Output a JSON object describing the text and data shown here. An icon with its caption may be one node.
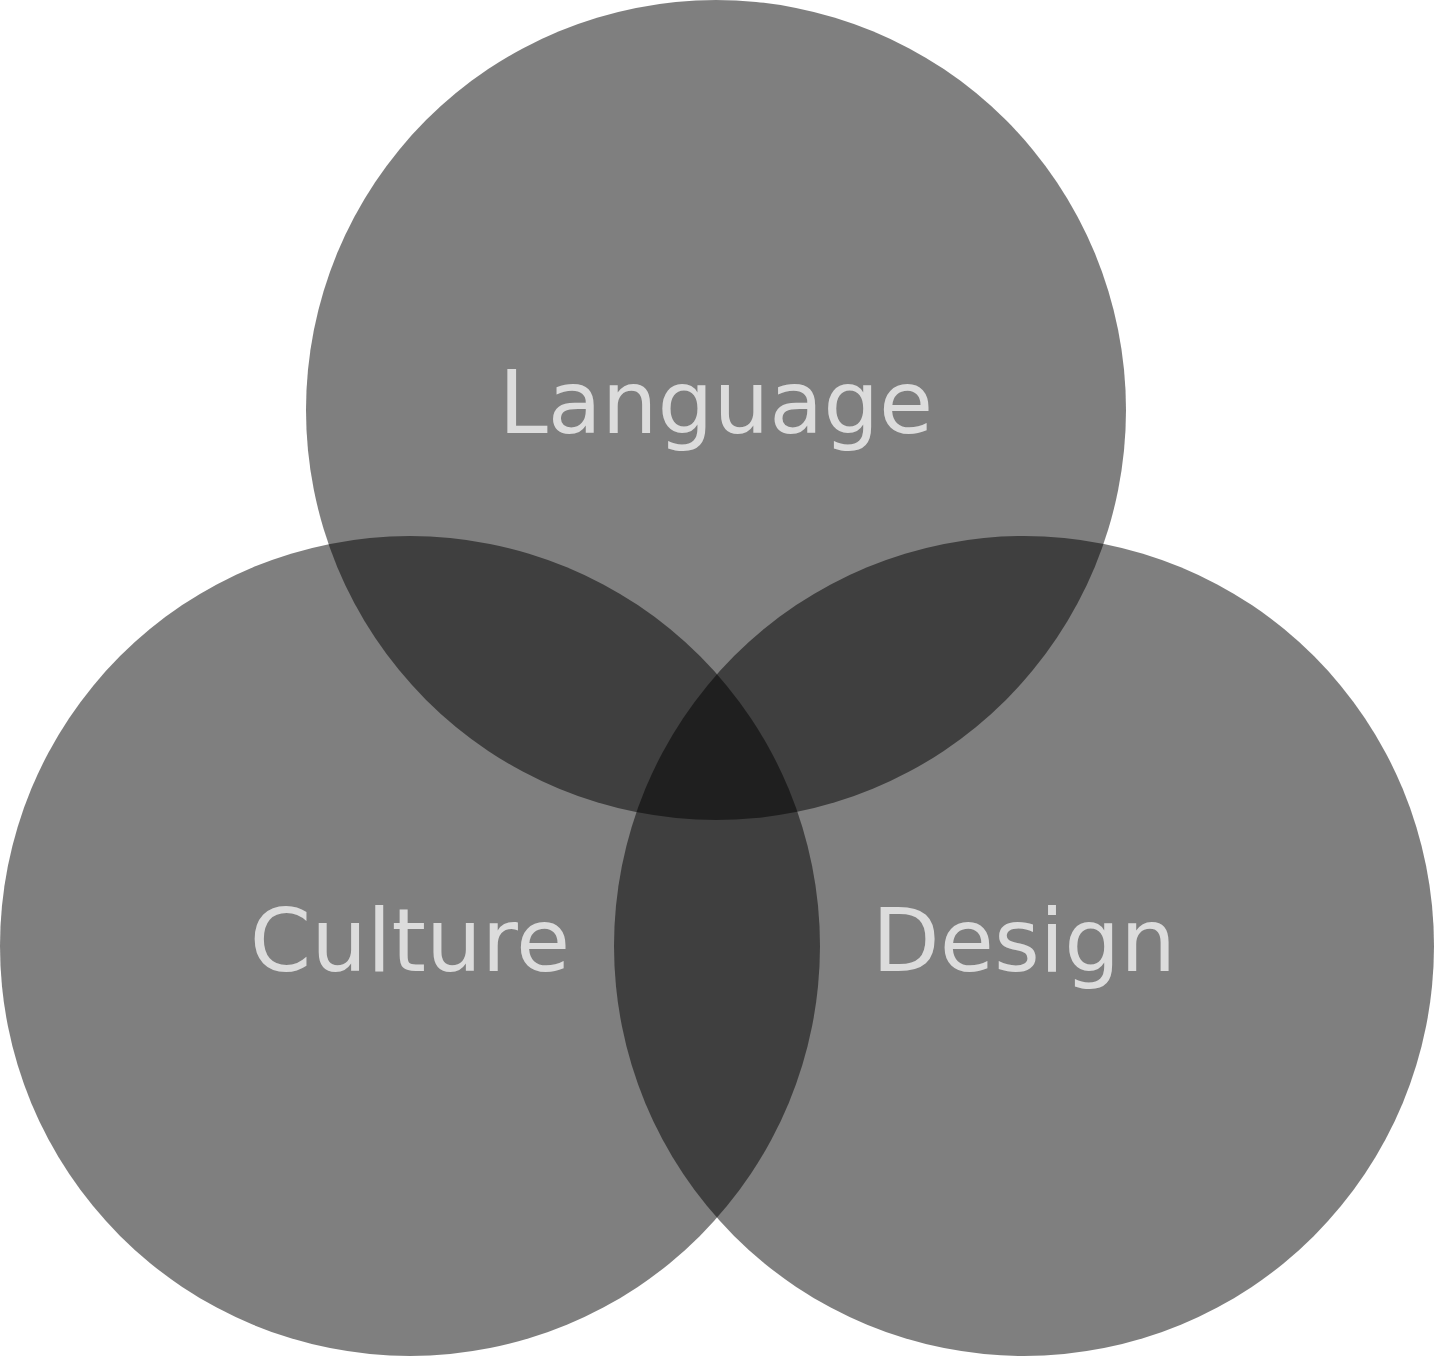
{
  "diagram": {
    "nodes": [
      {
        "text": [
          "Language"
        ]
      },
      {
        "text": [
          "Culture"
        ]
      },
      {
        "text": [
          "Design"
        ]
      }
    ],
    "edges": []
  }
}
